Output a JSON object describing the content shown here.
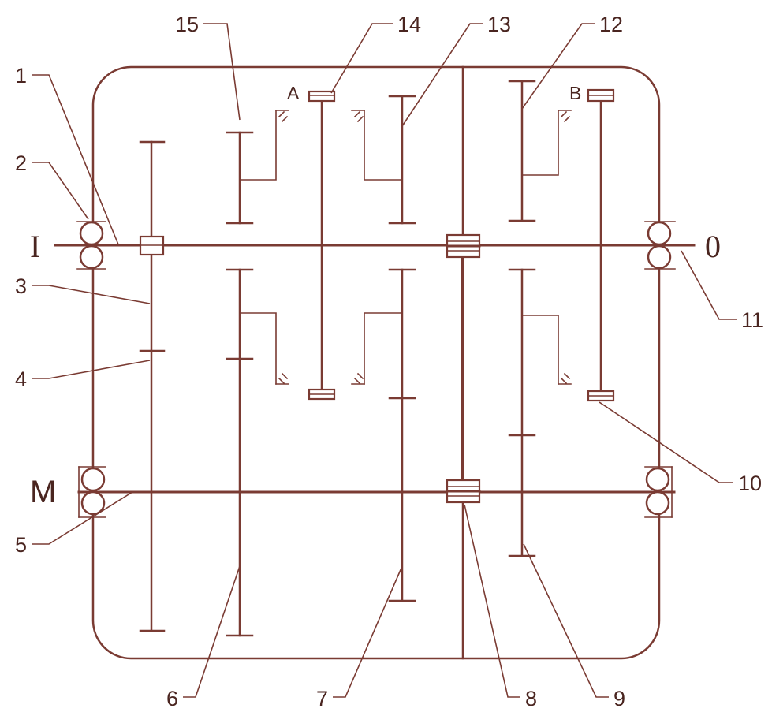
{
  "diagram": {
    "shaft_labels": {
      "input": "I",
      "output": "0",
      "countershaft": "M"
    },
    "point_labels": {
      "a": "A",
      "b": "B"
    },
    "callouts": [
      "1",
      "2",
      "3",
      "4",
      "5",
      "6",
      "7",
      "8",
      "9",
      "10",
      "11",
      "12",
      "13",
      "14",
      "15"
    ],
    "colors": {
      "line": "#7a3b33",
      "text": "#4a2520",
      "background": "#ffffff"
    }
  }
}
